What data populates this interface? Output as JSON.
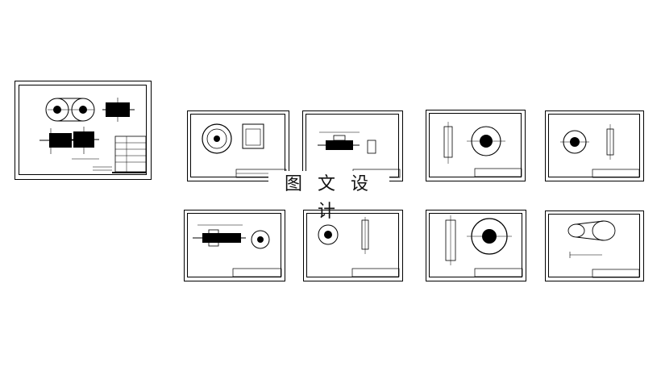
{
  "watermark": {
    "text": "图 文 设 计"
  },
  "sheets": [
    {
      "id": "assembly",
      "kind": "assembly"
    },
    {
      "id": "part-1",
      "kind": "wheel-and-box"
    },
    {
      "id": "part-2",
      "kind": "shaft-section"
    },
    {
      "id": "part-3",
      "kind": "hub-and-gear"
    },
    {
      "id": "part-4",
      "kind": "gear-and-profile"
    },
    {
      "id": "part-5",
      "kind": "long-shaft"
    },
    {
      "id": "part-6",
      "kind": "gear-small"
    },
    {
      "id": "part-7",
      "kind": "pulley-large"
    },
    {
      "id": "part-8",
      "kind": "belt-layout"
    }
  ]
}
